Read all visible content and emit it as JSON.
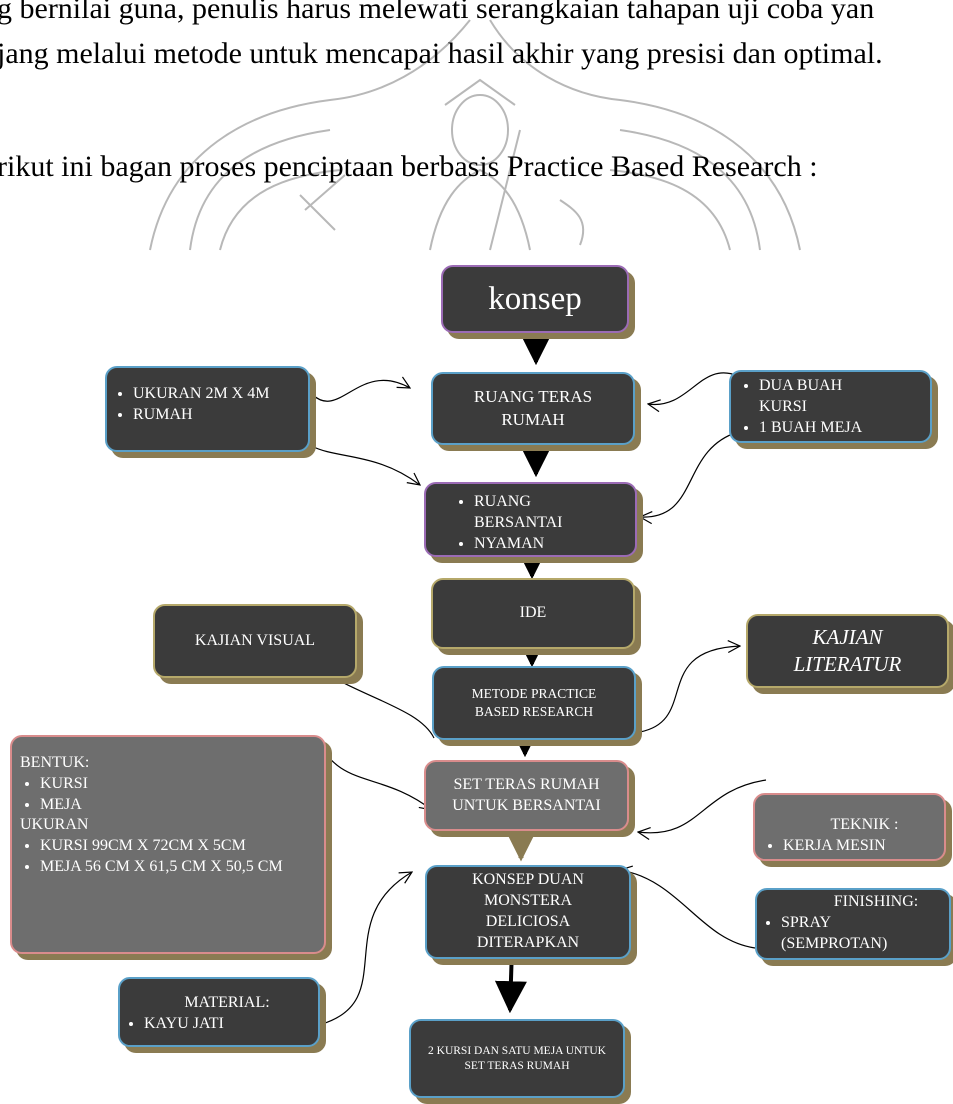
{
  "text_lines": [
    "g bernilai guna, penulis harus melewati serangkaian tahapan uji coba yan",
    "jang melalui metode untuk mencapai hasil akhir yang presisi dan optimal.",
    "rikut ini bagan proses penciptaan berbasis Practice Based Research :"
  ],
  "nodes": {
    "konsep": "konsep",
    "ruang_teras": "RUANG TERAS RUMAH",
    "ukuran_items": [
      "UKURAN 2M X 4M",
      "RUMAH"
    ],
    "kursi_items": [
      "DUA BUAH KURSI",
      "1 BUAH MEJA"
    ],
    "bersantai_items": [
      "RUANG BERSANTAI",
      "NYAMAN"
    ],
    "ide": "IDE",
    "kajian_visual": "KAJIAN VISUAL",
    "kajian_literatur": "KAJIAN LITERATUR",
    "metode": "METODE PRACTICE BASED RESEARCH",
    "bentuk": {
      "title1": "BENTUK:",
      "items1": [
        "KURSI",
        "MEJA"
      ],
      "title2": "UKURAN",
      "items2": [
        "KURSI 99CM X 72CM X 5CM",
        "MEJA 56 CM X 61,5 CM X 50,5 CM"
      ]
    },
    "set_teras": "SET TERAS RUMAH UNTUK BERSANTAI",
    "teknik": {
      "title": "TEKNIK :",
      "items": [
        "KERJA MESIN"
      ]
    },
    "konsep_duan": "KONSEP DUAN MONSTERA DELICIOSA DITERAPKAN",
    "finishing": {
      "title": "FINISHING:",
      "items": [
        "SPRAY (SEMPROTAN)"
      ]
    },
    "material": {
      "title": "MATERIAL:",
      "items": [
        "KAYU JATI"
      ]
    },
    "hasil": "2 KURSI DAN SATU MEJA UNTUK SET TERAS RUMAH"
  },
  "colors": {
    "box_dark": "#3b3b3b",
    "box_gray": "#6e6e6e",
    "shadow": "#8a7b52",
    "border_purple": "#9b6bb5",
    "border_blue": "#5aa0c8",
    "border_gold": "#b5a86a",
    "border_red": "#d98c8c"
  }
}
